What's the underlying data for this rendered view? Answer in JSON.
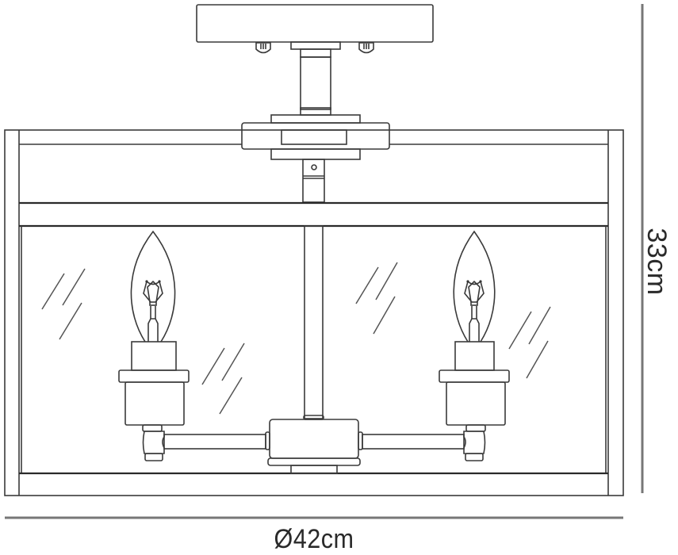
{
  "title": "Semi-flush ceiling light dimension drawing",
  "dimensions": {
    "width_label": "Ø42cm",
    "height_label": "33cm"
  },
  "parts": {
    "ceiling_plate": "ceiling-mount-canopy",
    "stem": "down-rod",
    "frame": "square-glass-frame",
    "bulbs": 2,
    "glass_reflection_marks": 4
  },
  "colors": {
    "line": "#3a3a3a",
    "dimension_line": "#777777",
    "background": "#ffffff"
  }
}
